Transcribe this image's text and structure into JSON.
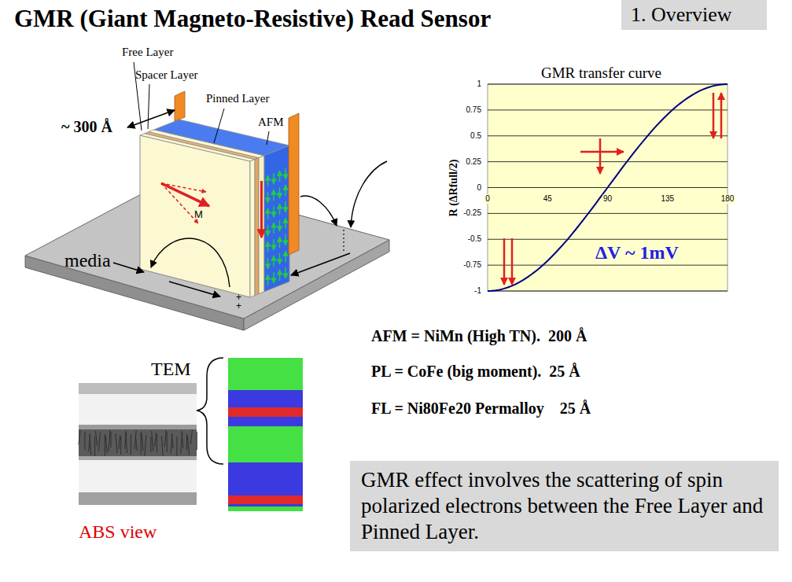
{
  "diagram": {
    "title": "GMR (Giant Magneto-Resistive) Read Sensor",
    "nodes": [
      {
        "text": [
          "1. Overview"
        ]
      },
      {
        "text": [
          "GMR effect involves the scattering of spin polarized electrons between the Free Layer and Pinned Layer."
        ]
      }
    ],
    "labels": [
      "Free Layer",
      "Spacer Layer",
      "Pinned Layer",
      "AFM",
      "~ 300 Å",
      "M",
      "media",
      "+",
      "+",
      "GMR transfer curve",
      "1",
      "0.75",
      "0.5",
      "0.25",
      "0",
      "-0.25",
      "-0.5",
      "-0.75",
      "-1",
      "0",
      "45",
      "90",
      "135",
      "180",
      "R (ΔRfull/2)",
      "ΔV ~ 1mV",
      "AFM = NiMn (High TN).  200 Å",
      "PL = CoFe (big moment).  25 Å",
      "FL = Ni80Fe20 Permalloy    25 Å",
      "TEM",
      "ABS view"
    ]
  }
}
